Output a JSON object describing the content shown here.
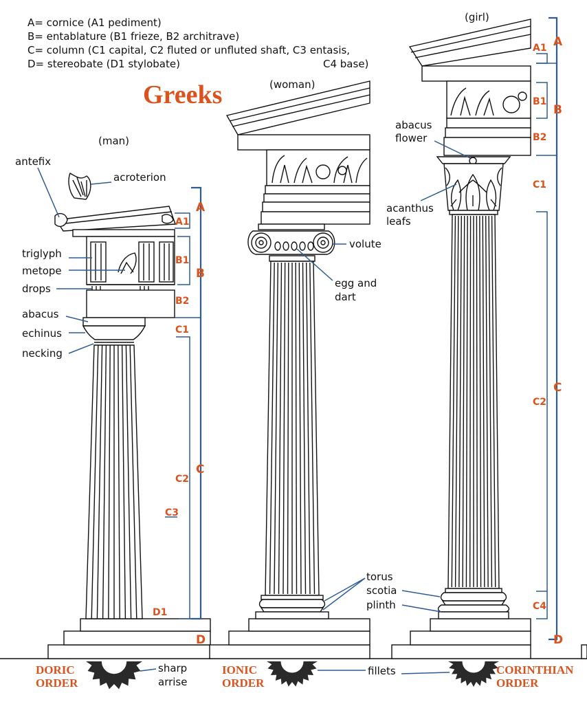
{
  "legend": {
    "line_a": "A= cornice (A1 pediment)",
    "line_b": "B= entablature (B1 frieze, B2 architrave)",
    "line_c": "C= column (C1 capital, C2 fluted or unfluted shaft, C3 entasis,",
    "line_d": "D= stereobate (D1 stylobate)",
    "line_c4": "C4 base)"
  },
  "title": "Greeks",
  "characters": {
    "man": "(man)",
    "woman": "(woman)",
    "girl": "(girl)"
  },
  "doric_labels": {
    "antefix": "antefix",
    "acroterion": "acroterion",
    "triglyph": "triglyph",
    "metope": "metope",
    "drops": "drops",
    "abacus": "abacus",
    "echinus": "echinus",
    "necking": "necking"
  },
  "ionic_labels": {
    "volute": "volute",
    "egg_and_dart_1": "egg and",
    "egg_and_dart_2": "dart",
    "torus": "torus",
    "scotia": "scotia",
    "plinth": "plinth"
  },
  "corinthian_labels": {
    "abacus_flower_1": "abacus",
    "abacus_flower_2": "flower",
    "acanthus_1": "acanthus",
    "acanthus_2": "leafs"
  },
  "bottom_labels": {
    "sharp_1": "sharp",
    "sharp_2": "arrise",
    "fillets": "fillets"
  },
  "orders": {
    "doric_1": "DORIC",
    "doric_2": "ORDER",
    "ionic_1": "IONIC",
    "ionic_2": "ORDER",
    "corinthian_1": "CORINTHIAN",
    "corinthian_2": "ORDER"
  },
  "codes": {
    "A": "A",
    "A1": "A1",
    "B": "B",
    "B1": "B1",
    "B2": "B2",
    "C": "C",
    "C1": "C1",
    "C2": "C2",
    "C3": "C3",
    "C4": "C4",
    "D": "D",
    "D1": "D1"
  },
  "colors": {
    "accent": "#d9531e",
    "bracket": "#2d5c94",
    "ink": "#111111"
  }
}
